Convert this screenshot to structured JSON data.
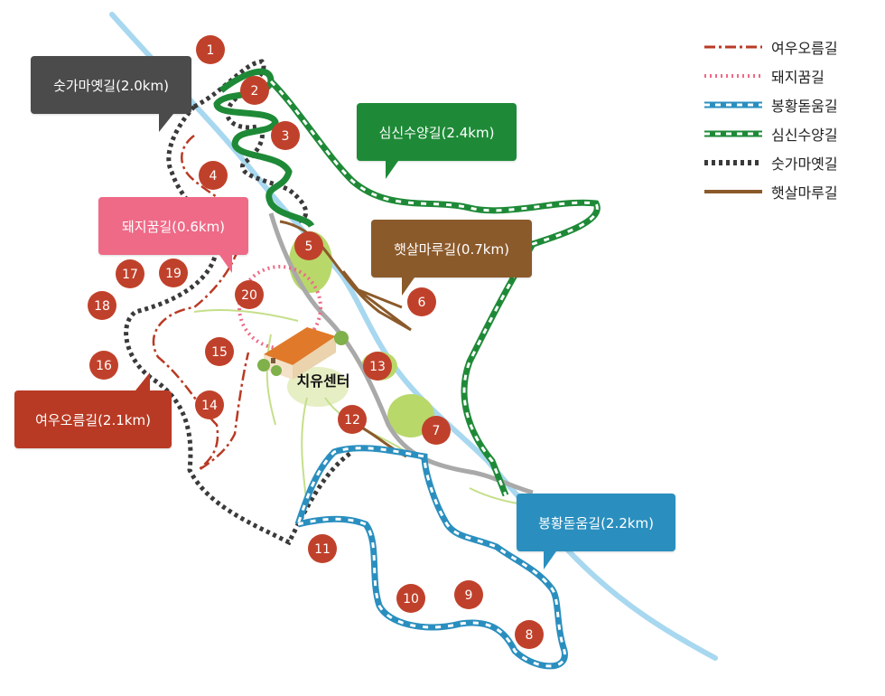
{
  "callouts": {
    "sup": {
      "label": "숫가마옛길(2.0km)",
      "color": "#4b4b4b"
    },
    "sim": {
      "label": "심신수양길(2.4km)",
      "color": "#1e8a37"
    },
    "dwae": {
      "label": "돼지꿈길(0.6km)",
      "color": "#ee6a87"
    },
    "haet": {
      "label": "햇살마루길(0.7km)",
      "color": "#8b5a2b"
    },
    "yeou": {
      "label": "여우오름길(2.1km)",
      "color": "#b93a24"
    },
    "bong": {
      "label": "봉황돋움길(2.2km)",
      "color": "#2a8fbf"
    }
  },
  "center": {
    "label": "치유센터"
  },
  "legend": [
    {
      "label": "여우오름길",
      "style": "dash-dot",
      "color": "#b93a24"
    },
    {
      "label": "돼지꿈길",
      "style": "dotted",
      "color": "#ee6a87"
    },
    {
      "label": "봉황돋움길",
      "style": "double-dashed",
      "color": "#2a8fbf"
    },
    {
      "label": "심신수양길",
      "style": "double-dashed",
      "color": "#1e8a37"
    },
    {
      "label": "숫가마옛길",
      "style": "thick-dotted",
      "color": "#3a3a3a"
    },
    {
      "label": "햇살마루길",
      "style": "solid",
      "color": "#8b5a2b"
    }
  ],
  "markers": [
    "1",
    "2",
    "3",
    "4",
    "5",
    "6",
    "7",
    "8",
    "9",
    "10",
    "11",
    "12",
    "13",
    "14",
    "15",
    "16",
    "17",
    "18",
    "19",
    "20"
  ],
  "colors": {
    "marker": "#c0412b",
    "river": "#a8d8f0",
    "road": "#a9a9a9",
    "field": "#b9d86a"
  }
}
